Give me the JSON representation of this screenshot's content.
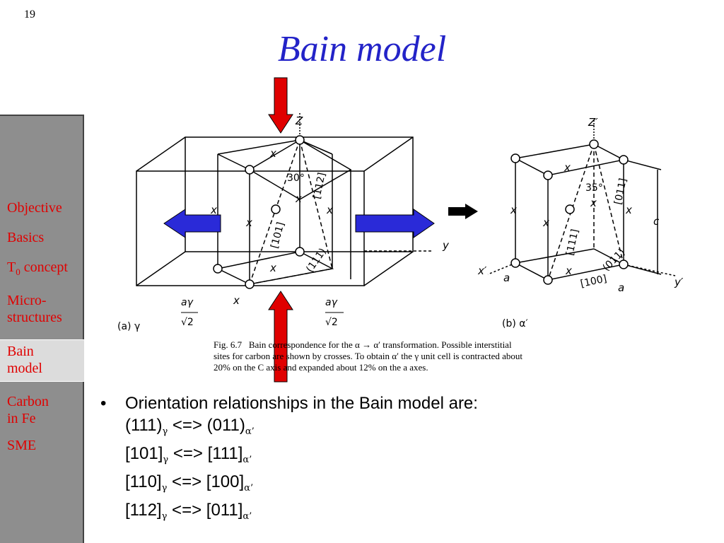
{
  "slide_number": "19",
  "title": "Bain model",
  "sidebar": {
    "items": [
      {
        "label": "Objective"
      },
      {
        "label": "Basics"
      },
      {
        "label_main": "T",
        "label_sub": "0",
        "label_rest": " concept"
      },
      {
        "label": "Micro-"
      },
      {
        "label": "structures"
      },
      {
        "label": "Bain"
      },
      {
        "label": "model"
      },
      {
        "label": "Carbon"
      },
      {
        "label": "in Fe"
      },
      {
        "label": "SME"
      }
    ]
  },
  "figure": {
    "labels": {
      "z": "Z",
      "z_prime": "Z′",
      "x": "x",
      "y": "y",
      "x_prime": "x′",
      "y_prime": "y′",
      "angle_a": "30°",
      "angle_b": "35°",
      "dir_112": "[112]",
      "dir_101": "[101]",
      "plane_111": "(111)",
      "dir_011": "[011]",
      "dir_111": "[111]",
      "plane_011": "(011)",
      "dir_100": "[100]",
      "a": "a",
      "c": "c",
      "a_gamma": "aγ",
      "sqrt2": "√2",
      "part_a": "(a) γ",
      "part_b": "(b) α′"
    }
  },
  "caption": {
    "fig_label": "Fig. 6.7",
    "line1": "Bain correspondence for the α → α′ transformation. Possible interstitial",
    "line2": "sites for carbon are shown by crosses. To obtain α′ the γ unit cell is contracted about",
    "line3": "20% on the C axis and expanded about 12% on the a axes."
  },
  "bullets": {
    "lead": "Orientation relationships in the Bain model are:",
    "rows": [
      {
        "g": "(111)",
        "sg": "γ",
        "arrow": " <=> ",
        "a": "(011)",
        "sa": "α’"
      },
      {
        "g": "[101]",
        "sg": "γ",
        "arrow": " <=> ",
        "a": "[111]",
        "sa": "α’"
      },
      {
        "g": "[110]",
        "sg": "γ",
        "arrow": " <=> ",
        "a": "[100]",
        "sa": "α’"
      },
      {
        "g": "[112]",
        "sg": "γ",
        "arrow": " <=> ",
        "a": "[011]",
        "sa": "α’"
      }
    ]
  },
  "colors": {
    "title": "#2323c8",
    "sidebar": "#8e8e8e",
    "sidebar_text": "#e00000",
    "arrow_red": "#e00000",
    "arrow_blue": "#2a2ad8"
  }
}
